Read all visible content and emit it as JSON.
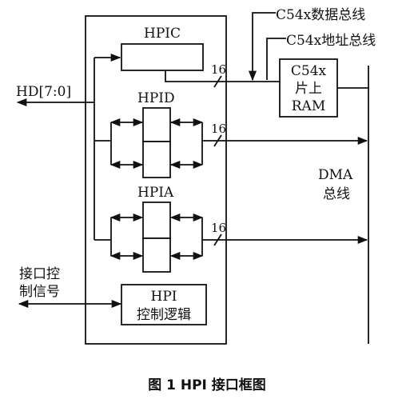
{
  "labels": {
    "c54x_data_bus": "C54x数据总线",
    "c54x_addr_bus": "C54x地址总线",
    "hpic": "HPIC",
    "hpid": "HPID",
    "hpia": "HPIA",
    "hd": "HD[7:0]",
    "bus_width_1": "16",
    "bus_width_2": "16",
    "bus_width_3": "16",
    "ram_line1": "C54x",
    "ram_line2": "片上",
    "ram_line3": "RAM",
    "dma_line1": "DMA",
    "dma_line2": "总线",
    "if_line1": "接口控",
    "if_line2": "制信号",
    "logic_line1": "HPI",
    "logic_line2": "控制逻辑"
  },
  "caption": "图 1   HPI 接口框图"
}
